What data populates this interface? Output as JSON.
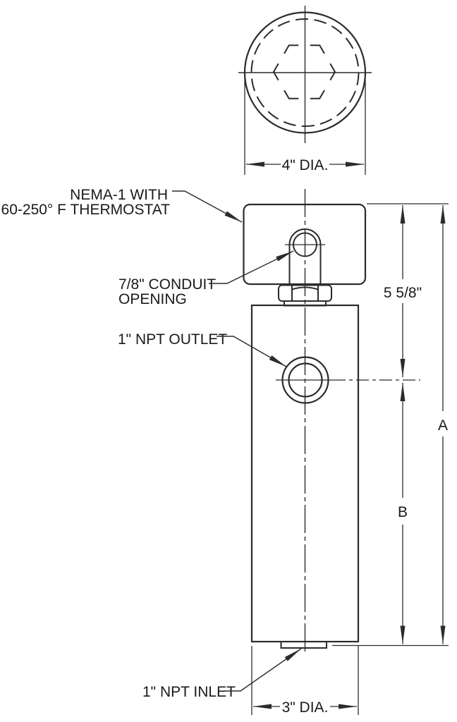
{
  "drawing": {
    "labels": {
      "nema_line1": "NEMA-1 WITH",
      "nema_line2": "60-250° F THERMOSTAT",
      "conduit_line1": "7/8\" CONDUIT",
      "conduit_line2": "OPENING",
      "outlet": "1\" NPT OUTLET",
      "inlet": "1\" NPT INLET"
    },
    "dimensions": {
      "top_diameter": "4\" DIA.",
      "enclosure_to_outlet": "5 5/8\"",
      "overall_height": "A",
      "outlet_to_bottom": "B",
      "body_diameter": "3\" DIA."
    },
    "colors": {
      "line": "#2b2b2b",
      "text": "#1a1a1a",
      "background": "#ffffff"
    }
  }
}
